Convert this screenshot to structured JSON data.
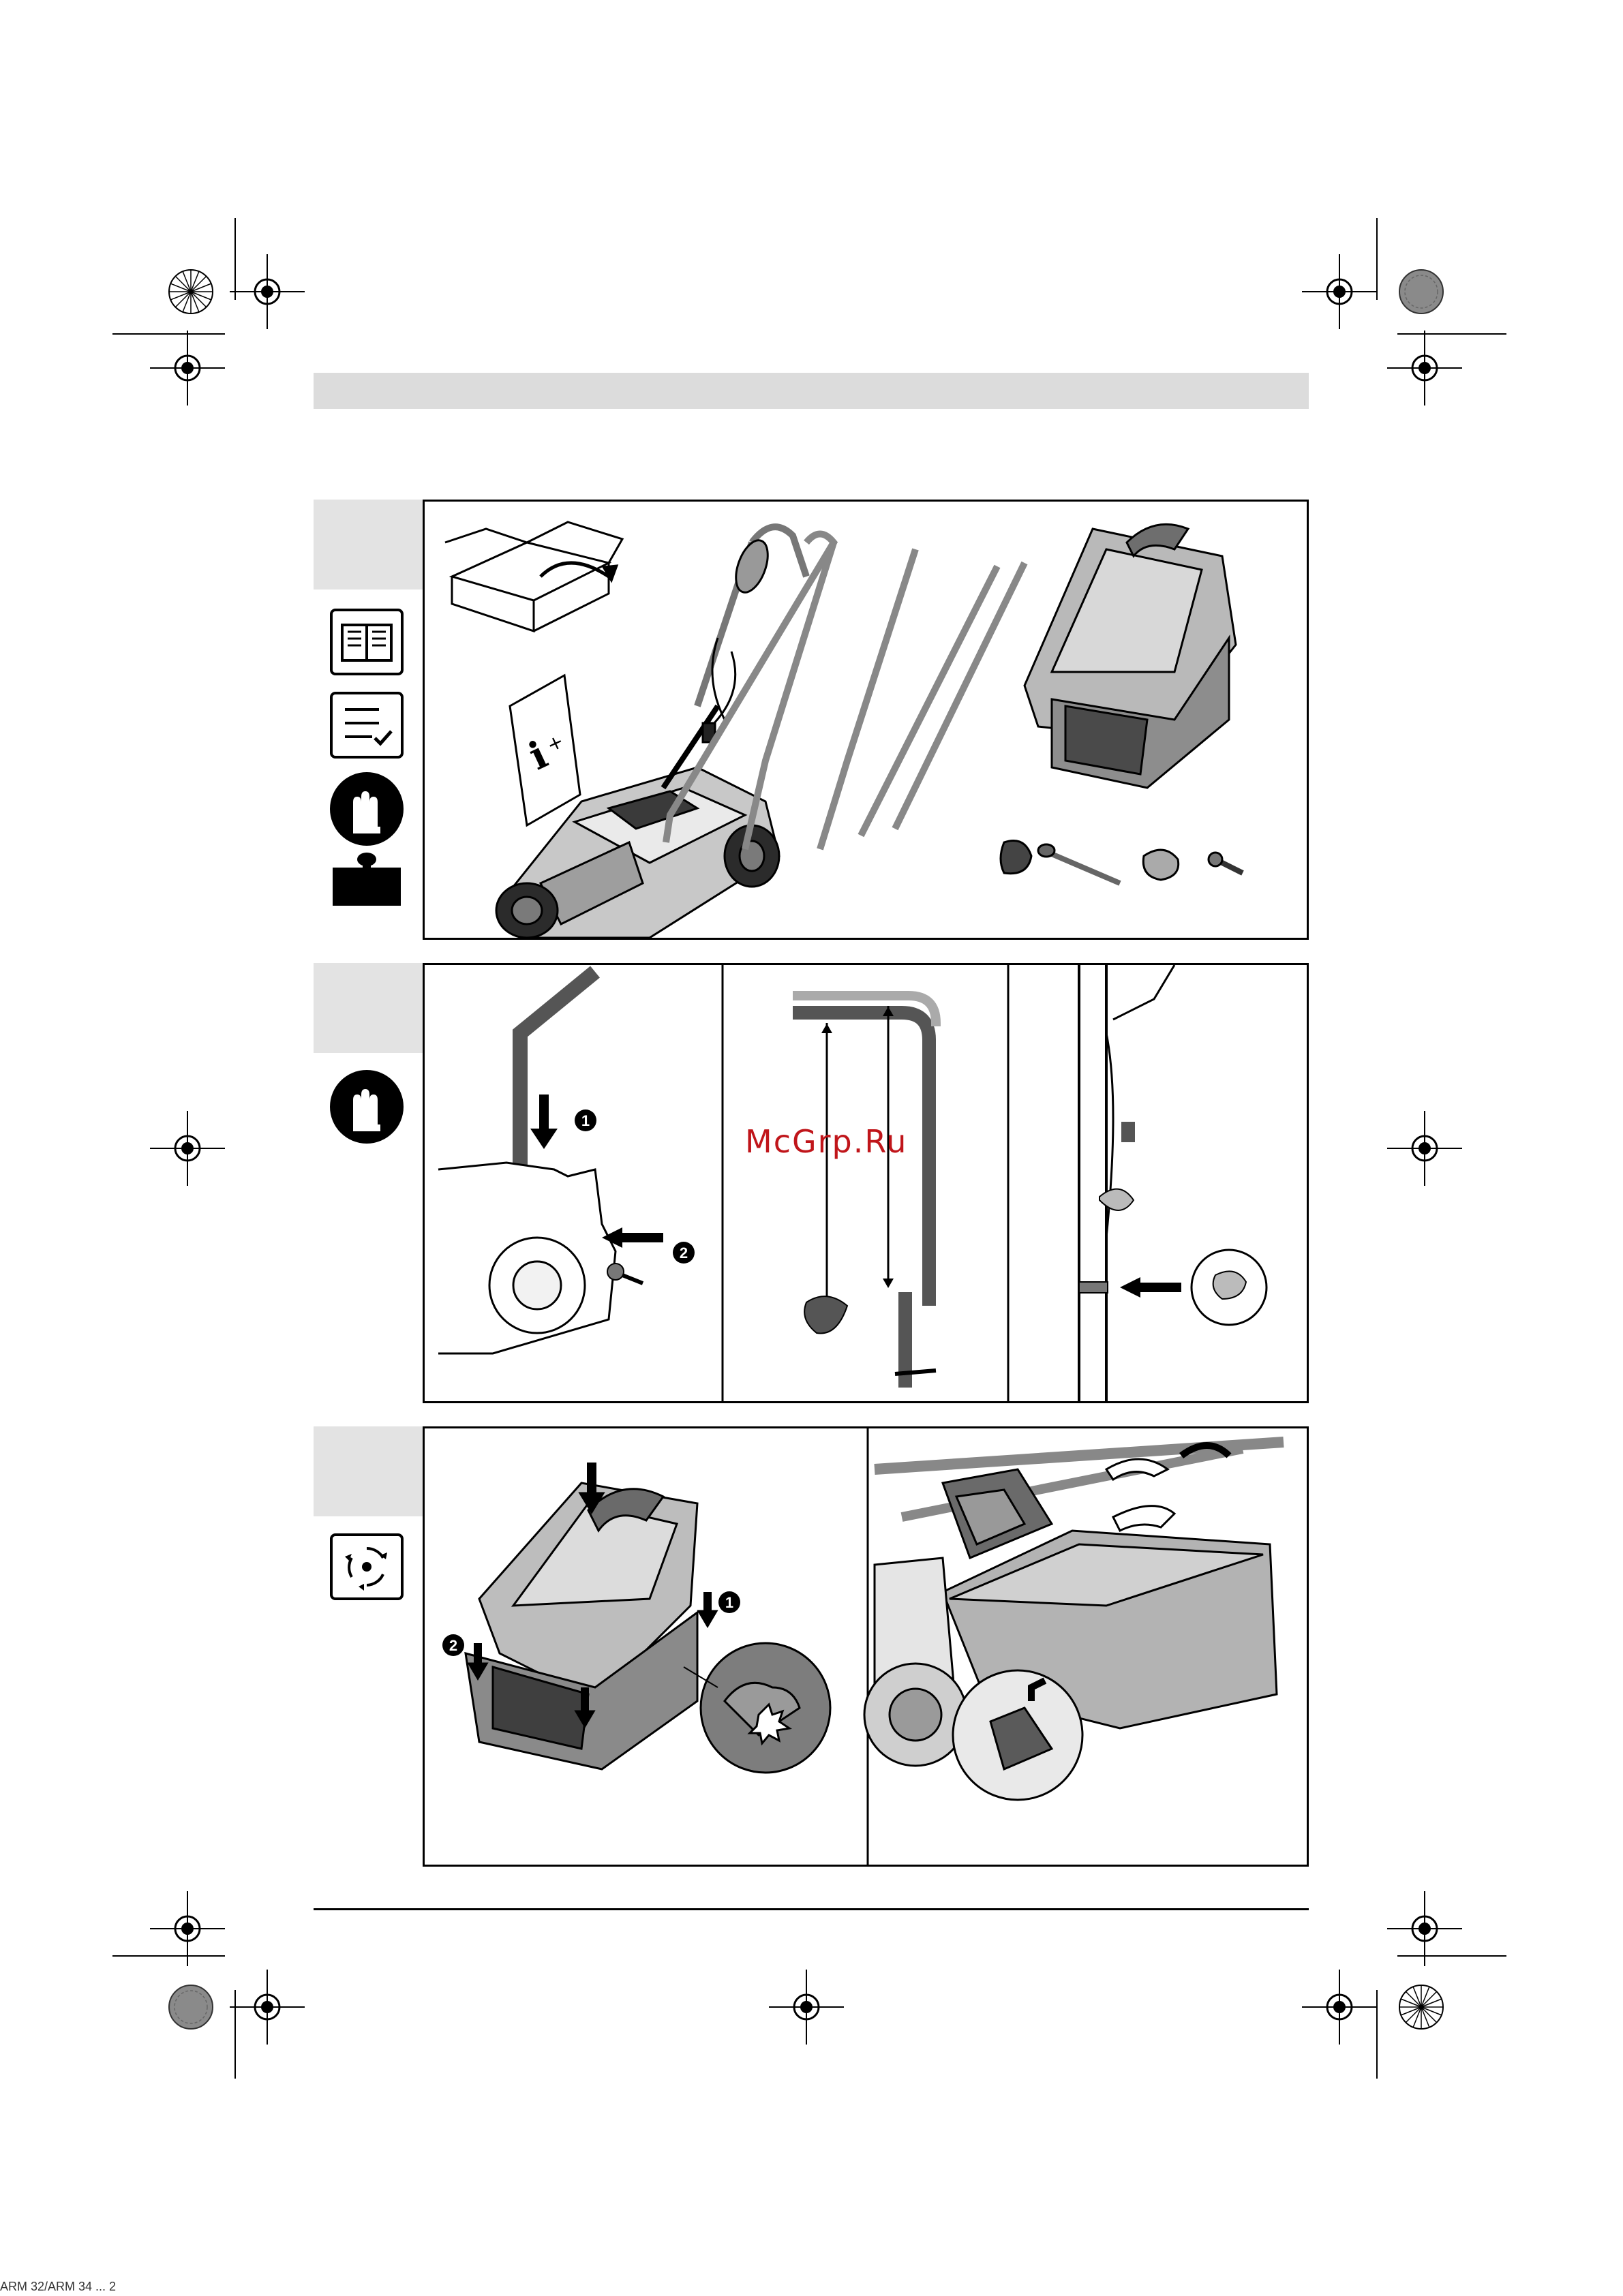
{
  "watermark": {
    "text": "McGrp.Ru"
  },
  "footer": {
    "text": "ARM 32/ARM 34 ... 2"
  },
  "figures": {
    "assembly_step_1": {
      "callouts": [
        "1",
        "2"
      ]
    },
    "catcher_step": {
      "callouts": [
        "1",
        "2"
      ]
    }
  },
  "icons": [
    "read-manual-icon",
    "checklist-icon",
    "gloves-icon",
    "weight-icon",
    "gloves-icon",
    "recycle-icon",
    "registration-mark-icon",
    "color-wheel-icon"
  ],
  "colors": {
    "frame": "#000000",
    "tab": "#e3e3e3",
    "header_bar": "#dcdcdc",
    "watermark": "#c0151a"
  }
}
